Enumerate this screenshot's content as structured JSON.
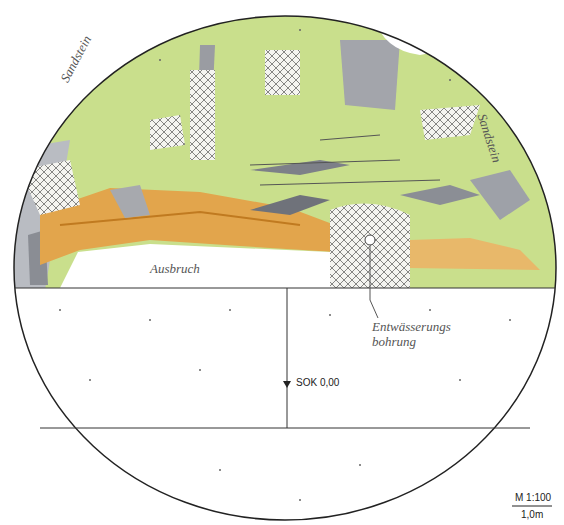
{
  "diagram": {
    "labels": [
      "Sandstein",
      "Sandstein",
      "Ausbruch",
      "Entwässerungs bohrung",
      "SOK 0,00",
      "M 1:100",
      "1,0m"
    ]
  }
}
